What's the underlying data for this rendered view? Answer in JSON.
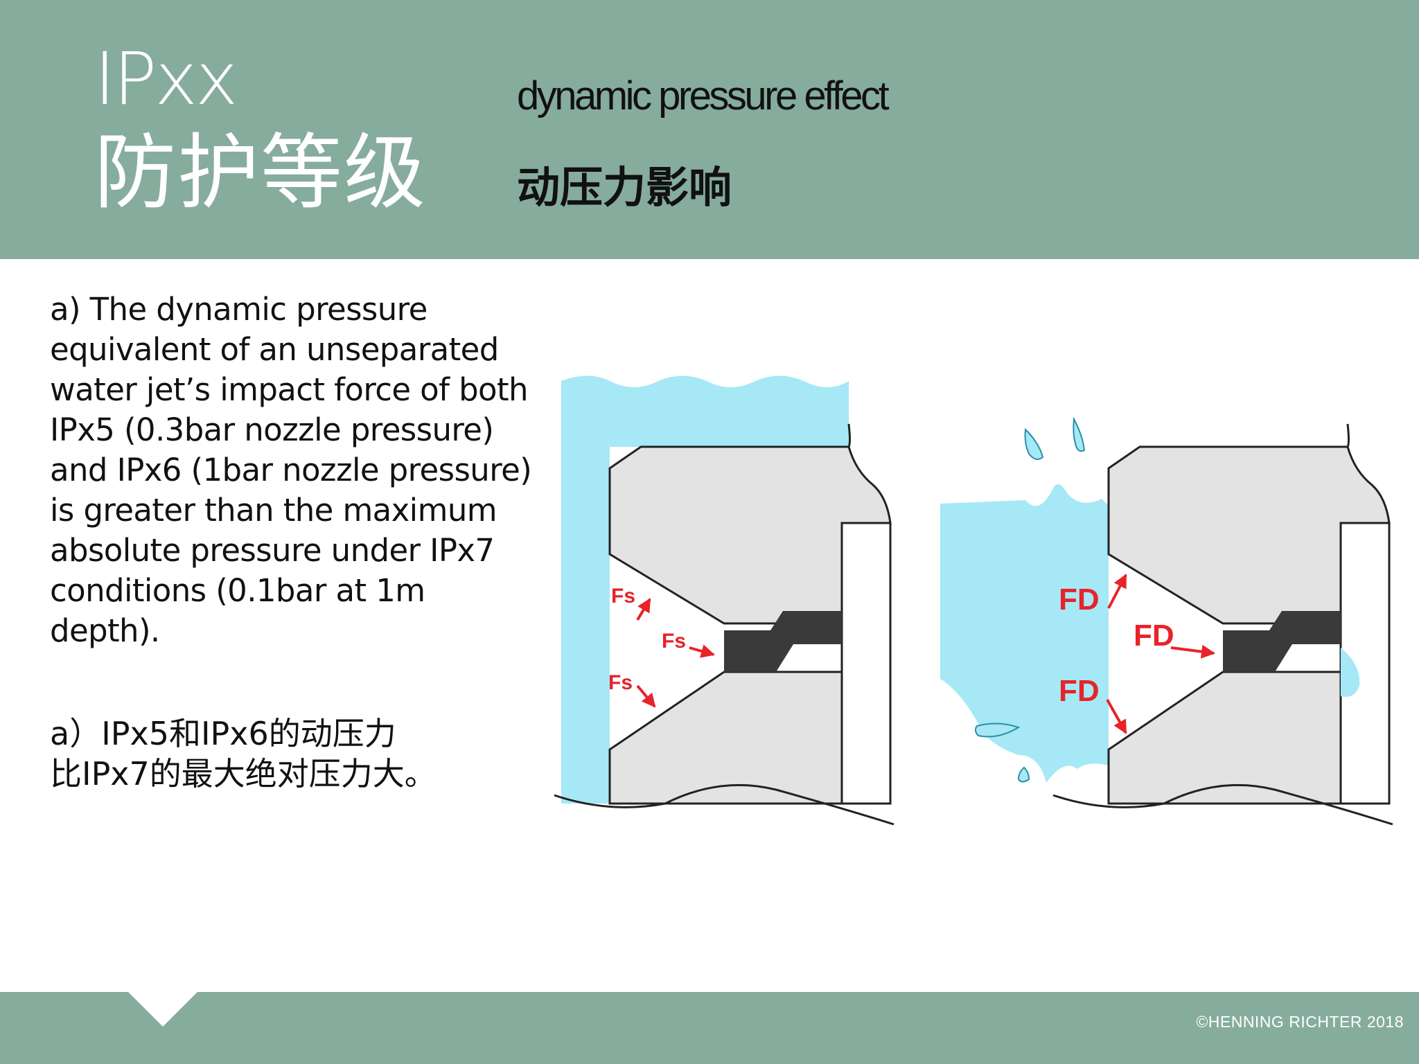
{
  "header": {
    "title_code": "IPxx",
    "title_cn": "防护等级",
    "subtitle_en": "dynamic pressure effect",
    "subtitle_cn": "动压力影响"
  },
  "body": {
    "paragraph_en": "a) The dynamic pressure equivalent of an unseparated water jet’s impact force of both IPx5 (0.3bar nozzle pressure) and IPx6 (1bar nozzle pressure) is greater than the maximum absolute pressure under IPx7 conditions (0.1bar at 1m depth).",
    "paragraph_cn_line1": "a）IPx5和IPx6的动压力",
    "paragraph_cn_line2": "比IPx7的最大绝对压力大。"
  },
  "figure": {
    "left_force_label": "Fs",
    "right_force_label": "FD",
    "colors": {
      "water": "#a6e8f6",
      "housing": "#e3e3e3",
      "seal": "#3a3a3a",
      "arrow": "#e8232a"
    }
  },
  "footer": {
    "copyright": "©HENNING RICHTER 2018"
  }
}
